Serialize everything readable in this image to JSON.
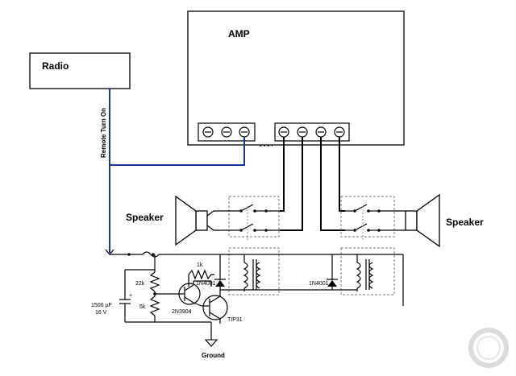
{
  "labels": {
    "amp": "AMP",
    "radio": "Radio",
    "remote_turn_on": "Remote Turn On",
    "speaker_left": "Speaker",
    "speaker_right": "Speaker",
    "r_1k": "1k",
    "diode_left": "1N4001",
    "diode_right": "1N4001",
    "r_22k": "22k",
    "r_5k": "5k",
    "cap_value": "1500 µF",
    "cap_voltage": "16 V",
    "cap_plus": "+",
    "q1": "2N3904",
    "q2": "TIP31",
    "ground": "Ground"
  },
  "colors": {
    "remote_wire": "#1a3399",
    "wire": "#000000",
    "relay_box_outline": "#777777"
  }
}
